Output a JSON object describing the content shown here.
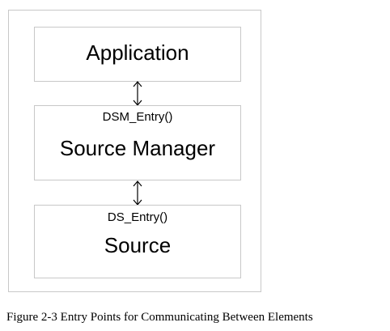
{
  "diagram": {
    "application_box": {
      "title": "Application"
    },
    "dsm_box": {
      "entry_point": "DSM_Entry()",
      "title": "Source Manager"
    },
    "source_box": {
      "entry_point": "DS_Entry()",
      "title": "Source"
    }
  },
  "caption": "Figure 2-3  Entry Points for Communicating Between Elements"
}
